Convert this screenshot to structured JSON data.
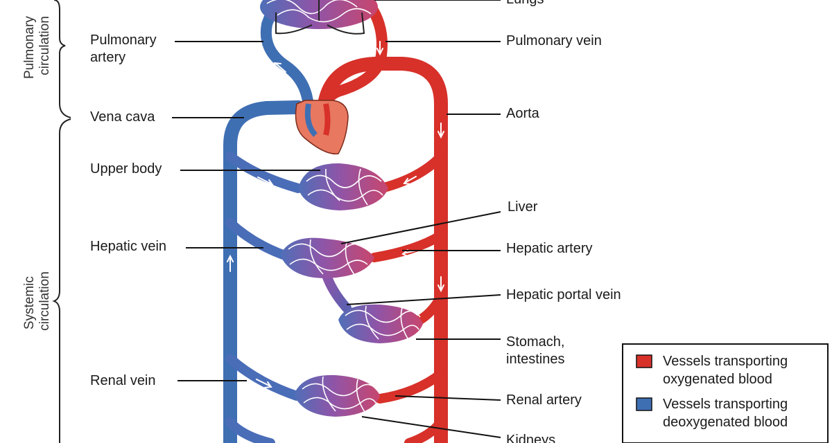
{
  "colors": {
    "oxygenated": "#d7312a",
    "deoxygenated": "#3f6fb3",
    "capillary": "#8e55a8",
    "heart": "#e87860"
  },
  "labels": {
    "lungs": "Lungs",
    "pulmonary_artery": [
      "Pulmonary",
      "artery"
    ],
    "pulmonary_vein": "Pulmonary vein",
    "vena_cava": "Vena cava",
    "aorta": "Aorta",
    "upper_body": "Upper body",
    "liver": "Liver",
    "hepatic_vein": "Hepatic vein",
    "hepatic_artery": "Hepatic artery",
    "hepatic_portal_vein": "Hepatic portal vein",
    "stomach_intestines": [
      "Stomach,",
      "intestines"
    ],
    "renal_vein": "Renal vein",
    "renal_artery": "Renal artery",
    "kidneys": "Kidneys"
  },
  "side_labels": {
    "pulmonary": [
      "Pulmonary",
      "circulation"
    ],
    "systemic": [
      "Systemic",
      "circulation"
    ]
  },
  "legend": {
    "oxygenated": [
      "Vessels transporting",
      "oxygenated blood"
    ],
    "deoxygenated": [
      "Vessels transporting",
      "deoxygenated blood"
    ]
  }
}
